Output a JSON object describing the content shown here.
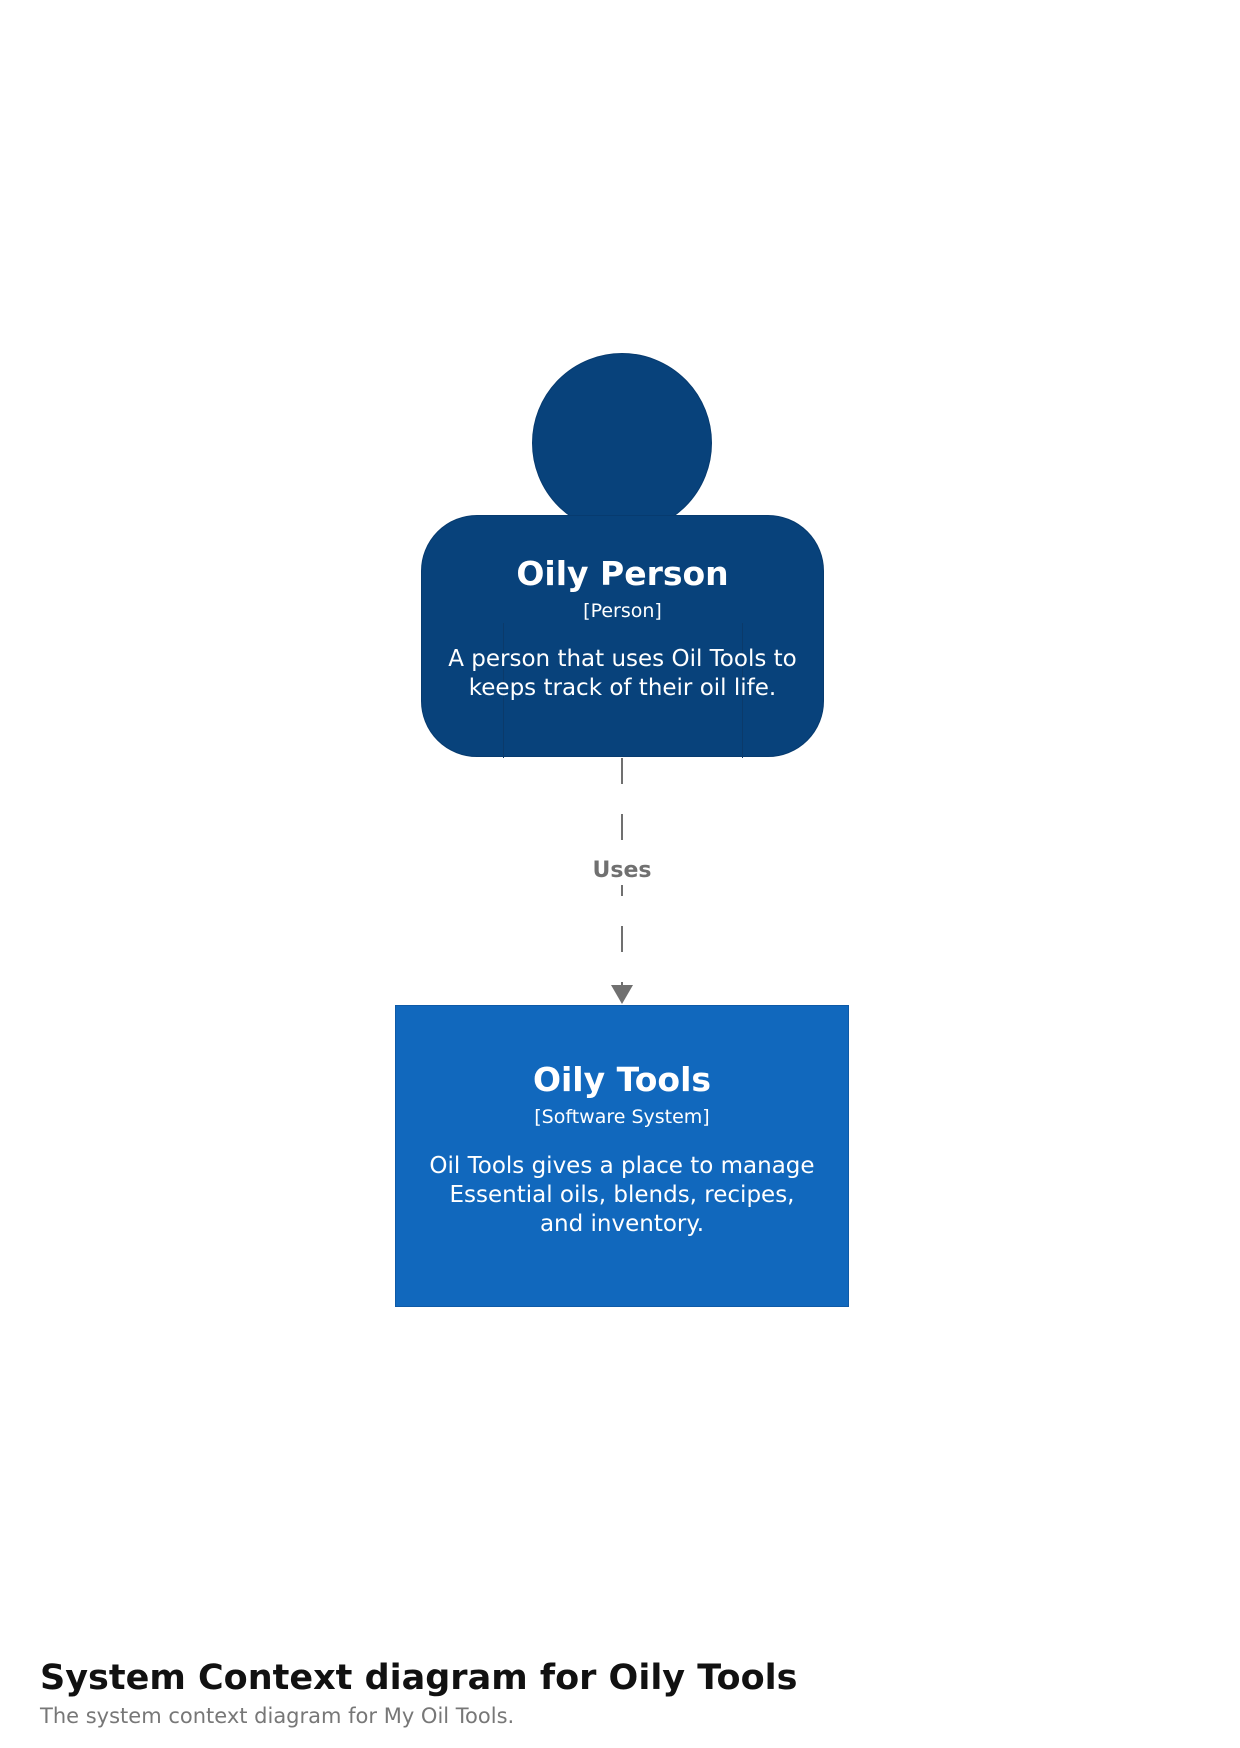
{
  "person": {
    "name": "Oily Person",
    "type": "[Person]",
    "description": "A person that uses Oil Tools to keeps track of their oil life.",
    "color": "#08427b"
  },
  "relationship": {
    "label": "Uses",
    "color": "#707070"
  },
  "system": {
    "name": "Oily Tools",
    "type": "[Software System]",
    "description": "Oil Tools gives a place to manage Essential oils, blends, recipes, and inventory.",
    "color": "#1168bd"
  },
  "diagram": {
    "title": "System Context diagram for Oily Tools",
    "description": "The system context diagram for My Oil Tools."
  }
}
